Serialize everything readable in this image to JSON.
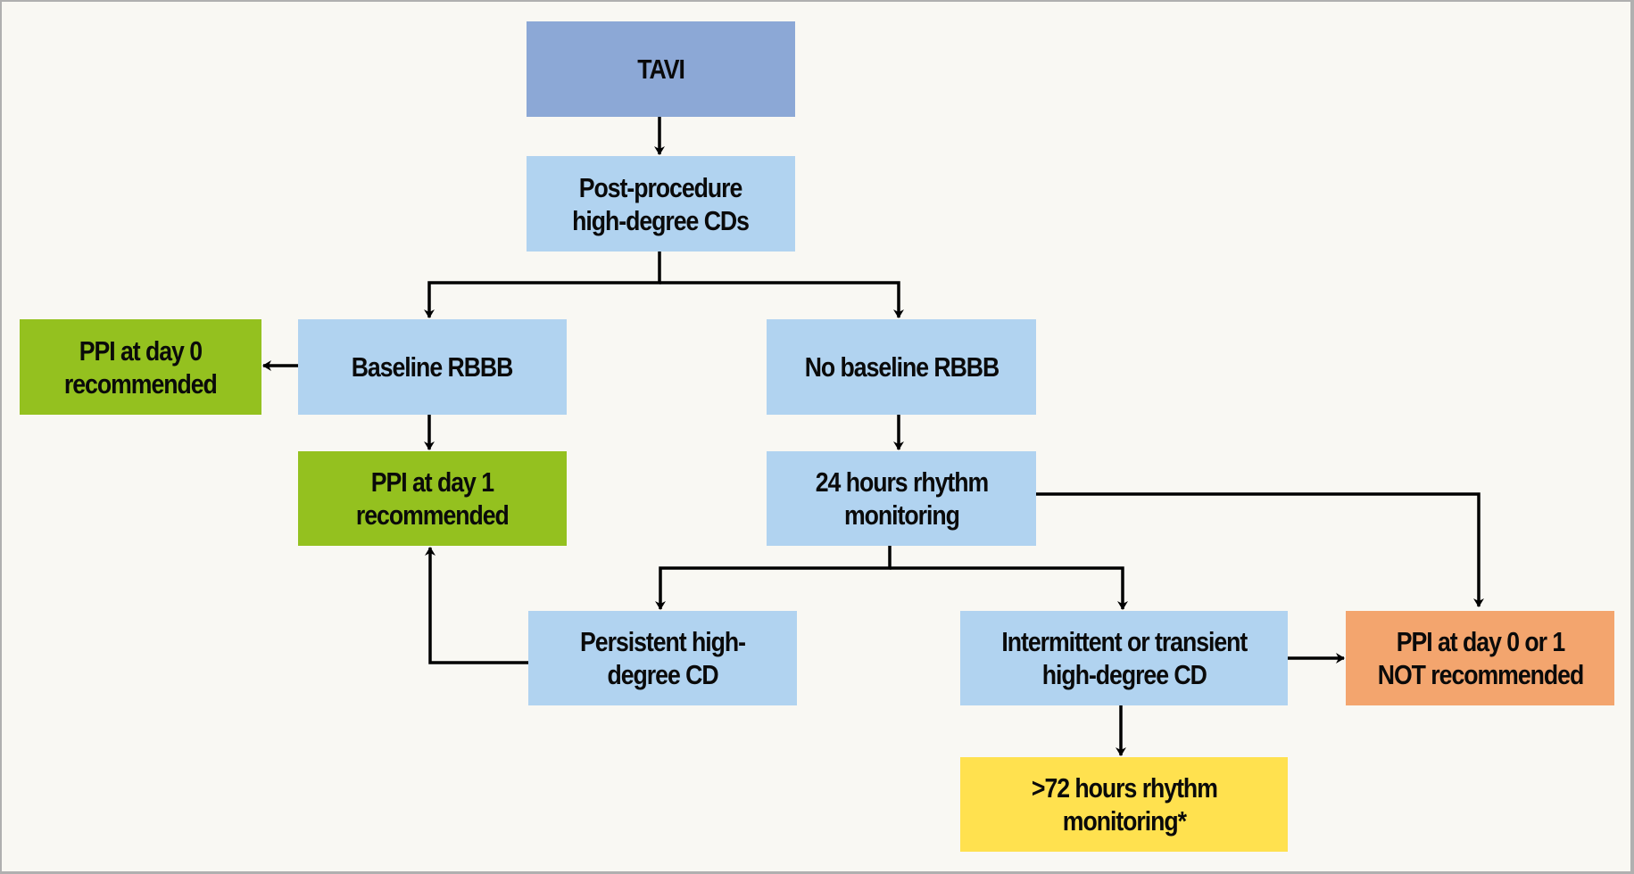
{
  "diagram": {
    "nodes": {
      "tavi": "TAVI",
      "post_procedure": "Post-procedure\nhigh-degree CDs",
      "baseline_rbbb": "Baseline RBBB",
      "ppi_day0": "PPI at day 0\nrecommended",
      "no_baseline_rbbb": "No baseline RBBB",
      "ppi_day1": "PPI at day 1\nrecommended",
      "monitoring_24h": "24 hours rhythm\nmonitoring",
      "persistent_cd": "Persistent high-\ndegree CD",
      "intermittent_cd": "Intermittent or transient\nhigh-degree CD",
      "ppi_not_recommended": "PPI at day 0 or 1\nNOT recommended",
      "monitoring_72h": ">72 hours rhythm\nmonitoring*"
    },
    "edges": [
      {
        "from": "tavi",
        "to": "post_procedure"
      },
      {
        "from": "post_procedure",
        "to": "baseline_rbbb"
      },
      {
        "from": "post_procedure",
        "to": "no_baseline_rbbb"
      },
      {
        "from": "baseline_rbbb",
        "to": "ppi_day0"
      },
      {
        "from": "baseline_rbbb",
        "to": "ppi_day1"
      },
      {
        "from": "no_baseline_rbbb",
        "to": "monitoring_24h"
      },
      {
        "from": "monitoring_24h",
        "to": "persistent_cd"
      },
      {
        "from": "monitoring_24h",
        "to": "intermittent_cd"
      },
      {
        "from": "monitoring_24h",
        "to": "ppi_not_recommended"
      },
      {
        "from": "persistent_cd",
        "to": "ppi_day1"
      },
      {
        "from": "intermittent_cd",
        "to": "ppi_not_recommended"
      },
      {
        "from": "intermittent_cd",
        "to": "monitoring_72h"
      }
    ],
    "colors": {
      "background": "#f9f8f3",
      "start": "#8ca8d6",
      "step": "#b1d3f0",
      "recommended": "#94c11f",
      "not_recommended": "#f3a56e",
      "extended_monitoring": "#ffe14f",
      "connector": "#000000"
    }
  }
}
